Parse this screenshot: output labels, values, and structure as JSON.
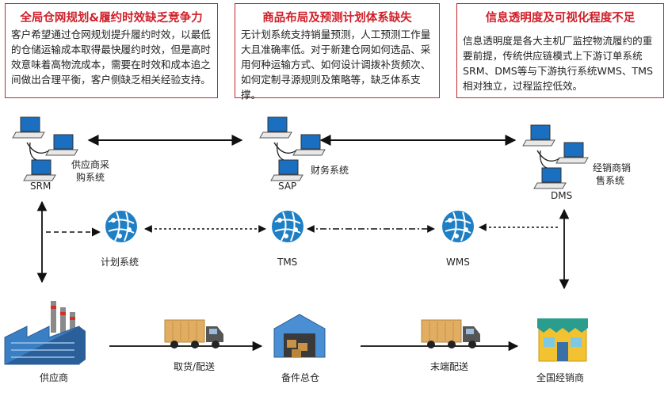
{
  "problems": [
    {
      "title": "全局仓网规划&履约时效缺乏竞争力",
      "text": "客户希望通过仓网规划提升履约时效，以最低的仓储运输成本取得最快履约时效，但是高时效意味着高物流成本，需要在时效和成本追之间做出合理平衡，客户侧缺乏相关经验支持。"
    },
    {
      "title": "商品布局及预测计划体系缺失",
      "text": "无计划系统支持销量预测，人工预测工作量大且准确率低。对于新建仓网如何选品、采用何种运输方式、如何设计调拨补货频次、如何定制寻源规则及策略等，缺乏体系支撑。"
    },
    {
      "title": "信息透明度及可视化程度不足",
      "text": "信息透明度是各大主机厂监控物流履约的重要前提，传统供应链模式上下游订单系统SRM、DMS等与下游执行系统WMS、TMS相对独立，过程监控低效。"
    }
  ],
  "systems": {
    "srm": {
      "name": "SRM",
      "desc_line1": "供应商采",
      "desc_line2": "购系统"
    },
    "sap": {
      "name": "SAP",
      "desc": "财务系统"
    },
    "dms": {
      "name": "DMS",
      "desc_line1": "经销商销",
      "desc_line2": "售系统"
    }
  },
  "apps": {
    "plan": "计划系统",
    "tms": "TMS",
    "wms": "WMS"
  },
  "physical": {
    "supplier": "供应商",
    "pickup": "取货/配送",
    "warehouse": "备件总仓",
    "lastmile": "末端配送",
    "dealer": "全国经销商"
  },
  "colors": {
    "accent_red": "#c0282d",
    "title_red": "#d0202a",
    "globe_blue": "#1e7fc4",
    "truck": "#e0ad62",
    "store_yellow": "#f2c230"
  }
}
